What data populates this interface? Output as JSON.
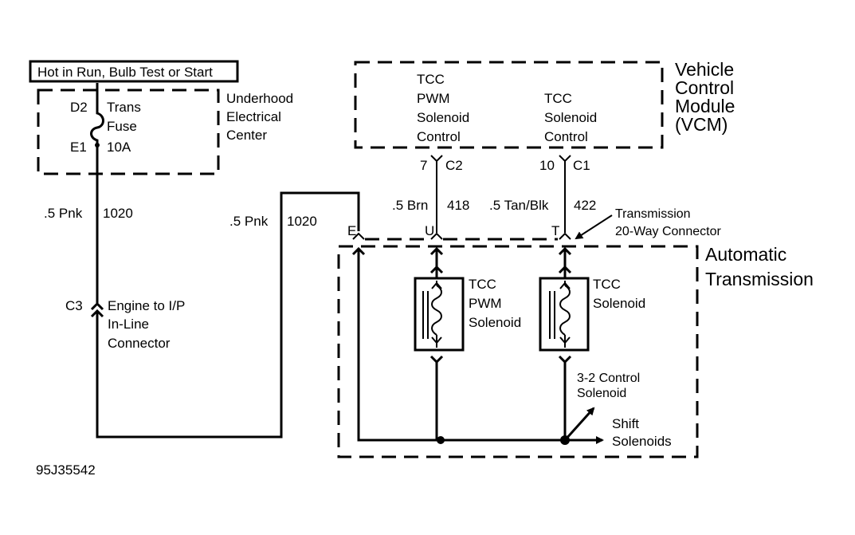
{
  "diagram": {
    "power_label": "Hot in Run, Bulb Test or Start",
    "fuse_block": {
      "name_lines": [
        "Underhood",
        "Electrical",
        "Center"
      ],
      "pin_top": "D2",
      "pin_bottom": "E1",
      "fuse_lines": [
        "Trans",
        "Fuse",
        "10A"
      ]
    },
    "wire_left": {
      "gauge_color": ".5 Pnk",
      "circuit": "1020"
    },
    "wire_mid": {
      "gauge_color": ".5 Pnk",
      "circuit": "1020"
    },
    "inline_connector": {
      "pin": "C3",
      "name_lines": [
        "Engine to I/P",
        "In-Line",
        "Connector"
      ]
    },
    "vcm": {
      "name_lines": [
        "Vehicle",
        "Control",
        "Module",
        "(VCM)"
      ],
      "pwm_control_lines": [
        "TCC",
        "PWM",
        "Solenoid",
        "Control"
      ],
      "tcc_control_lines": [
        "TCC",
        "Solenoid",
        "Control"
      ],
      "pwm_pin": "7",
      "pwm_connector": "C2",
      "tcc_pin": "10",
      "tcc_connector": "C1"
    },
    "wire_418": {
      "gauge_color": ".5 Brn",
      "circuit": "418"
    },
    "wire_422": {
      "gauge_color": ".5 Tan/Blk",
      "circuit": "422"
    },
    "trans_connector": {
      "name_lines": [
        "Transmission",
        "20-Way Connector"
      ],
      "pin_e": "E",
      "pin_u": "U",
      "pin_t": "T"
    },
    "auto_trans": {
      "name_lines": [
        "Automatic",
        "Transmission"
      ]
    },
    "pwm_solenoid": {
      "name_lines": [
        "TCC",
        "PWM",
        "Solenoid"
      ]
    },
    "tcc_solenoid": {
      "name_lines": [
        "TCC",
        "Solenoid"
      ]
    },
    "control_32": {
      "name_lines": [
        "3-2 Control",
        "Solenoid"
      ]
    },
    "shift_solenoids": {
      "name_lines": [
        "Shift",
        "Solenoids"
      ]
    },
    "figure_id": "95J35542"
  }
}
